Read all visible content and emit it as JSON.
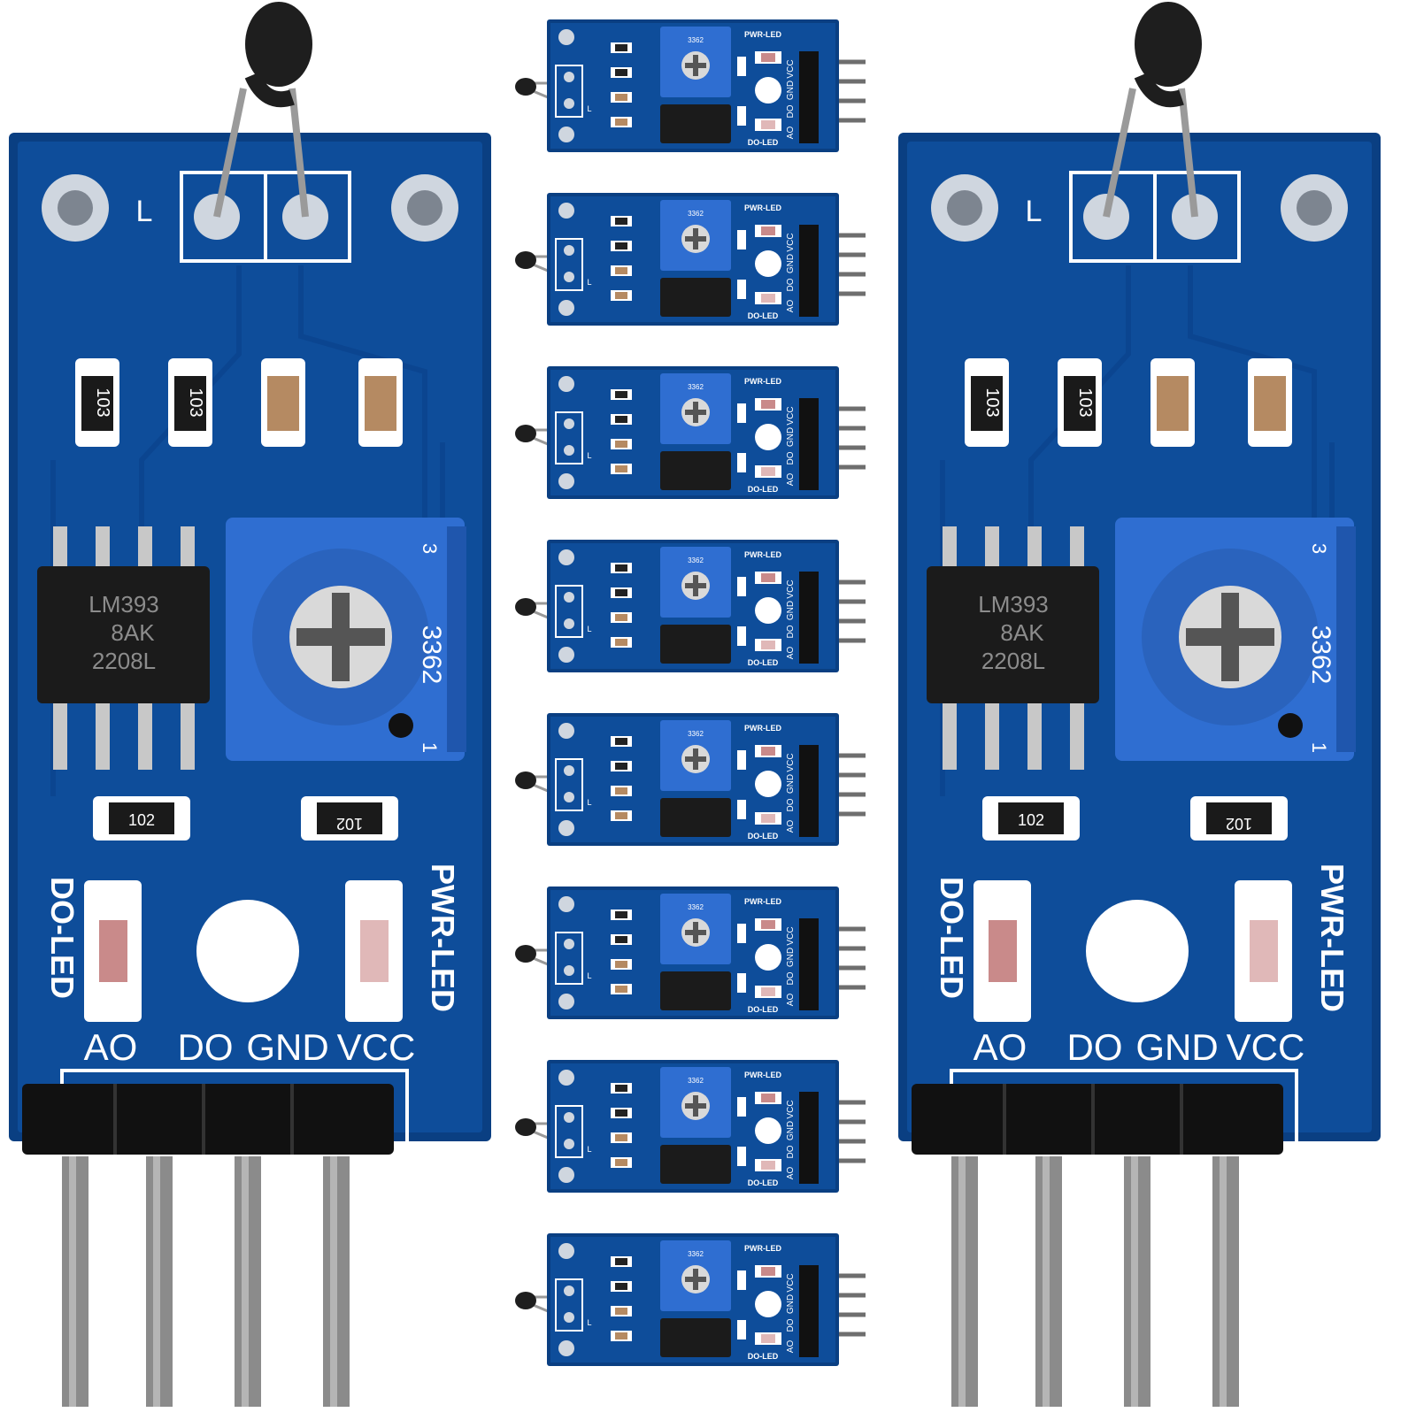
{
  "pins": [
    "AO",
    "DO",
    "GND",
    "VCC"
  ],
  "led_power_label": "PWR-LED",
  "led_signal_label": "DO-LED",
  "thermistor_marking": "L",
  "chip_lines": [
    "LM393",
    "8AK",
    "2208L"
  ],
  "pot_marking": "3362",
  "pot_pin_numbers": [
    "3",
    "1"
  ],
  "resistor_top": [
    "103",
    "103"
  ],
  "resistor_bottom": [
    "102",
    "102"
  ],
  "small_board_count": 8,
  "colors": {
    "pcb": "#0e4d9a",
    "pcb_edge": "#0a3f82",
    "silkscreen": "#ffffff",
    "pot": "#2f6ed1",
    "chip": "#1b1b1b",
    "pin_metal": "#8a8a8a",
    "header": "#111111"
  }
}
